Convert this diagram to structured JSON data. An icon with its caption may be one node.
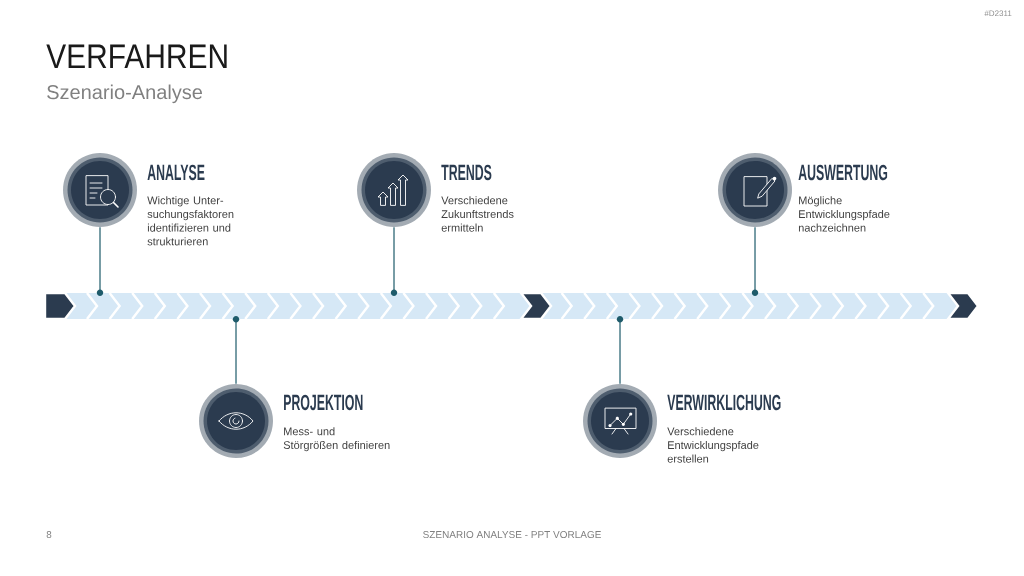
{
  "diagram": {
    "title": "VERFAHREN",
    "nodes": [
      {
        "text": [
          "ANALYSE",
          "Wichtige Unter- suchungsfaktoren identifizieren und strukturieren"
        ]
      },
      {
        "text": [
          "TRENDS",
          "Verschiedene Zukunftstrends ermitteln"
        ]
      },
      {
        "text": [
          "AUSWERTUNG",
          "Mögliche Entwicklungspfade nachzeichnen"
        ]
      },
      {
        "text": [],
        "shape": "bar"
      },
      {
        "text": [
          "PROJEKTION",
          "Mess- und Störgrößen definieren"
        ]
      },
      {
        "text": [
          "VERWIRKLICHUNG",
          "Verschiedene Entwicklungspfade erstellen"
        ]
      }
    ],
    "edges": [
      {
        "from": 0,
        "to": 3,
        "arrow": "to"
      },
      {
        "from": 1,
        "to": 3,
        "arrow": "to"
      },
      {
        "from": 2,
        "to": 3,
        "arrow": "to"
      },
      {
        "from": 4,
        "to": 3,
        "arrow": "to"
      },
      {
        "from": 5,
        "to": 3,
        "arrow": "to"
      }
    ],
    "labels": [
      "#D2311",
      "Szenario-Analyse",
      "8",
      "SZENARIO ANALYSE - PPT VORLAGE"
    ]
  }
}
